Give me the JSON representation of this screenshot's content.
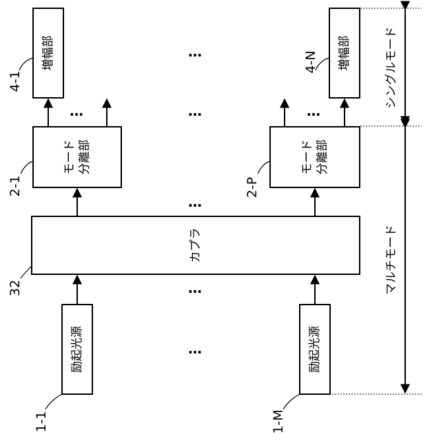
{
  "amplifier": {
    "label": "増幅部",
    "left_ref": "4-1",
    "right_ref": "4-N"
  },
  "demux": {
    "line1": "モード",
    "line2": "分離部",
    "left_ref": "2-1",
    "right_ref": "2-P"
  },
  "coupler": {
    "label": "カプラ",
    "ref": "32"
  },
  "source": {
    "label": "励起光源",
    "left_ref": "1-1",
    "right_ref": "1-M"
  },
  "regions": {
    "single_mode": "シングルモード",
    "multi_mode": "マルチモード"
  },
  "ellipsis": "…"
}
